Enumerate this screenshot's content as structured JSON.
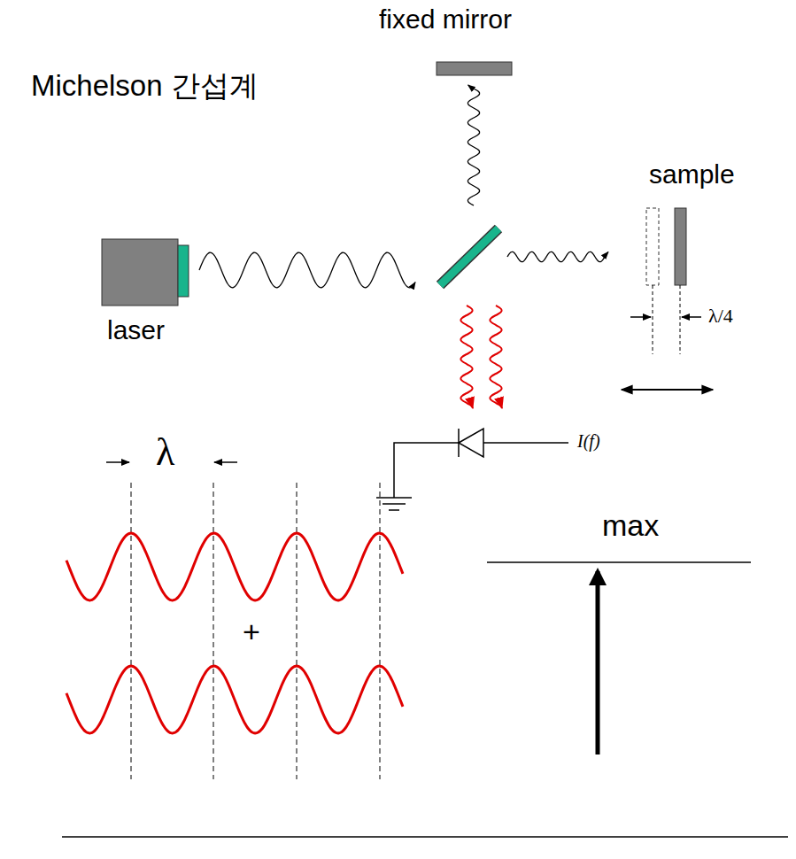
{
  "diagram": {
    "labels": [
      "Michelson 간섭계",
      "fixed mirror",
      "sample",
      "laser",
      "λ/4",
      "I(f)",
      "λ",
      "+",
      "max"
    ]
  }
}
